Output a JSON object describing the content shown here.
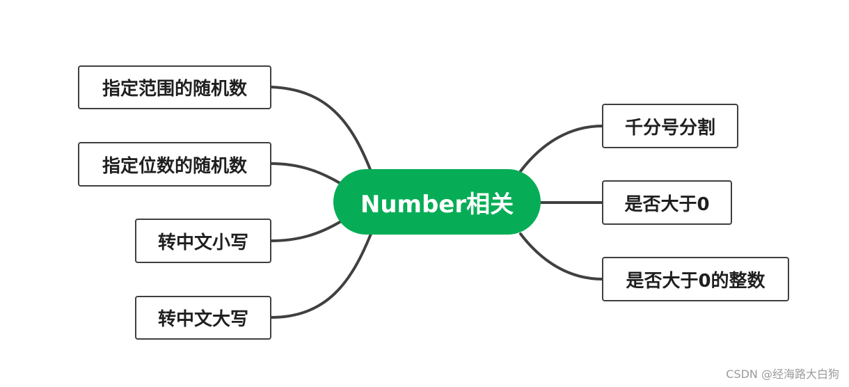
{
  "colors": {
    "root_fill": "#06ad56",
    "edge": "#404040",
    "node_border": "#3f3f3f"
  },
  "root": {
    "label": "Number相关"
  },
  "left_branches": [
    {
      "label": "指定范围的随机数"
    },
    {
      "label": "指定位数的随机数"
    },
    {
      "label": "转中文小写"
    },
    {
      "label": "转中文大写"
    }
  ],
  "right_branches": [
    {
      "label": "千分号分割"
    },
    {
      "label": "是否大于0"
    },
    {
      "label": "是否大于0的整数"
    }
  ],
  "watermark": "CSDN @经海路大白狗"
}
